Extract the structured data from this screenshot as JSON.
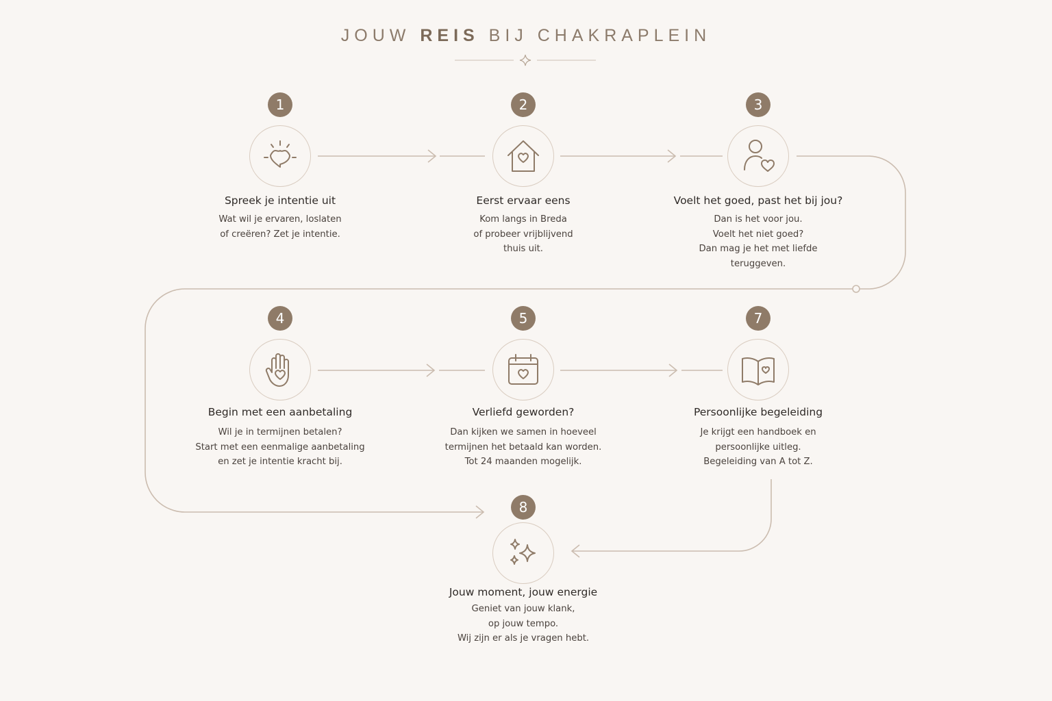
{
  "title": {
    "pre": "JOUW",
    "bold": "REIS",
    "post": "BIJ CHAKRAPLEIN"
  },
  "colors": {
    "accent": "#8f7b68",
    "line": "#cbbcaf",
    "background": "#f9f6f3"
  },
  "steps": [
    {
      "number": "1",
      "icon": "radiant-heart-icon",
      "title": "Spreek je intentie uit",
      "lines": [
        "Wat wil je ervaren, loslaten",
        "of creëren? Zet je intentie."
      ]
    },
    {
      "number": "2",
      "icon": "house-heart-icon",
      "title": "Eerst ervaar eens",
      "lines": [
        "Kom langs in Breda",
        "of probeer vrijblijvend",
        "thuis uit."
      ]
    },
    {
      "number": "3",
      "icon": "person-heart-icon",
      "title": "Voelt het goed, past het bij jou?",
      "lines": [
        "Dan is het voor jou.",
        "Voelt het niet goed?",
        "Dan mag je het met liefde",
        "teruggeven."
      ]
    },
    {
      "number": "4",
      "icon": "hand-heart-icon",
      "title": "Begin met een aanbetaling",
      "lines": [
        "Wil je in termijnen betalen?",
        "Start met een eenmalige aanbetaling",
        "en zet je intentie kracht bij."
      ]
    },
    {
      "number": "5",
      "icon": "calendar-heart-icon",
      "title": "Verliefd geworden?",
      "lines": [
        "Dan kijken we samen in hoeveel",
        "termijnen het betaald kan worden.",
        "Tot 24 maanden mogelijk."
      ]
    },
    {
      "number": "7",
      "icon": "book-heart-icon",
      "title": "Persoonlijke begeleiding",
      "lines": [
        "Je krijgt een handboek en",
        "persoonlijke uitleg.",
        "Begeleiding van A tot Z."
      ]
    },
    {
      "number": "8",
      "icon": "sparkles-icon",
      "title": "Jouw moment, jouw energie",
      "lines": [
        "Geniet van jouw klank,",
        "op jouw tempo.",
        "Wij zijn er als je vragen hebt."
      ]
    }
  ]
}
